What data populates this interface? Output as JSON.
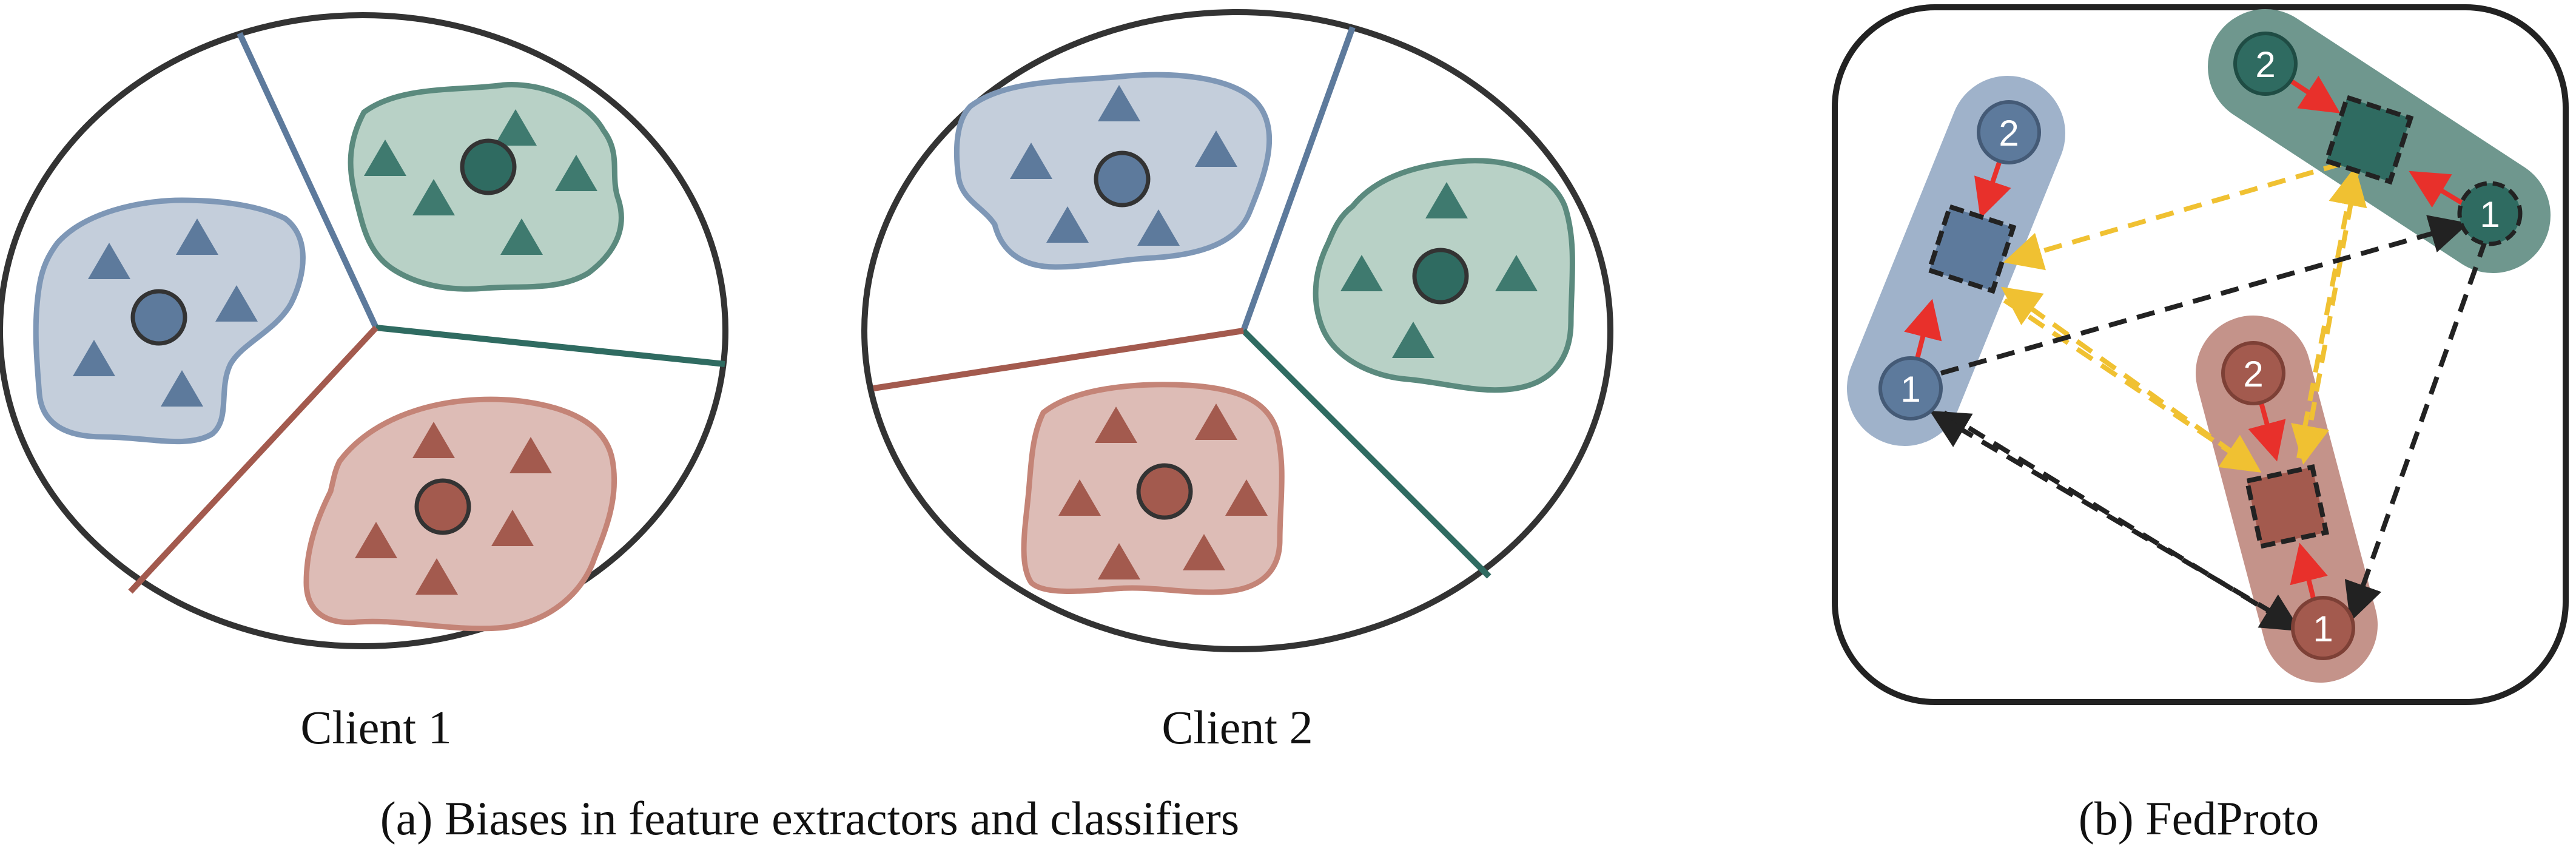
{
  "labels": {
    "client1": "Client 1",
    "client2": "Client 2",
    "caption_a": "(a) Biases in feature extractors and classifiers",
    "caption_b": "(b)  FedProto"
  },
  "prototype_labels": {
    "blue_2": "2",
    "blue_1": "1",
    "green_2": "2",
    "green_1": "1",
    "red_2": "2",
    "red_1": "1"
  },
  "colors": {
    "blue": "#5d7a9c",
    "blue_fill": "#c4cedb",
    "blue_band": "#9fb2ca",
    "green": "#2f6b61",
    "green_fill": "#b8d1c6",
    "green_band": "#6f978e",
    "red": "#a35a4e",
    "red_fill": "#ddbcb6",
    "red_band": "#c4938a",
    "local_arrow": "#e8302b",
    "global_arrow": "#f0c132",
    "cross_arrow": "#333333",
    "outline": "#333333"
  }
}
